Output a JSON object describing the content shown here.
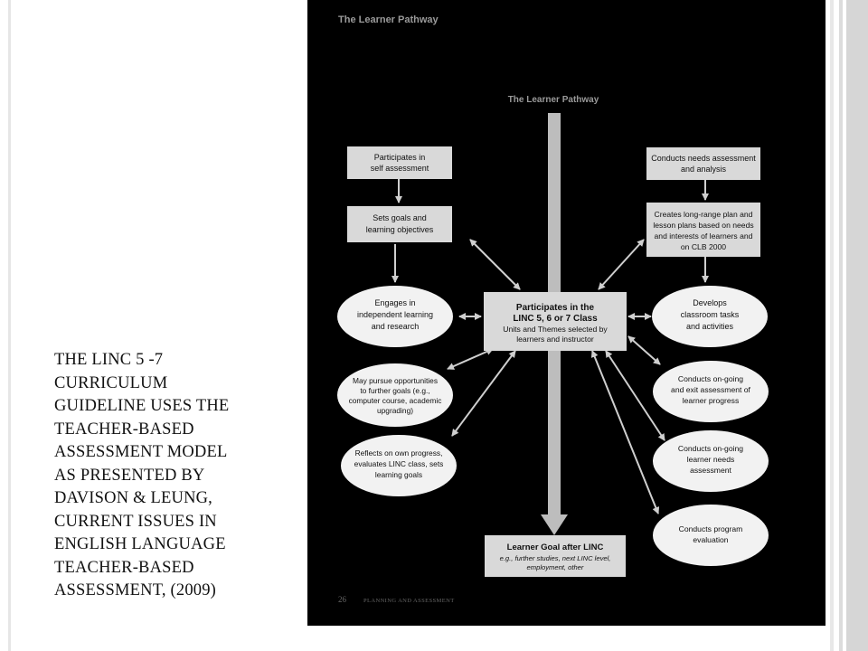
{
  "caption": {
    "lines": [
      "THE LINC 5 -7",
      "CURRICULUM",
      "GUIDELINE USES THE",
      "TEACHER-BASED",
      "ASSESSMENT MODEL",
      "AS PRESENTED BY",
      "DAVISON & LEUNG,",
      "CURRENT ISSUES IN",
      "ENGLISH LANGUAGE",
      "TEACHER-BASED",
      "ASSESSMENT,"
    ],
    "year": "(2009)"
  },
  "figure": {
    "page_header": "The Learner Pathway",
    "diagram_title": "The Learner Pathway",
    "footer_page_number": "26",
    "footer_text": "PLANNING AND ASSESSMENT",
    "center_box": {
      "title_1": "Participates in the",
      "title_2": "LINC 5, 6 or 7 Class",
      "sub_1": "Units and Themes selected by",
      "sub_2": "learners and instructor"
    },
    "goal_box": {
      "title": "Learner Goal after LINC",
      "sub_1": "e.g., further studies, next LINC level,",
      "sub_2": "employment, other"
    },
    "left_boxes": {
      "self_assessment": [
        "Participates in",
        "self assessment"
      ],
      "sets_goals": [
        "Sets goals and",
        "learning objectives"
      ]
    },
    "right_boxes": {
      "needs_assessment": [
        "Conducts needs assessment",
        "and analysis"
      ],
      "long_range_plan": [
        "Creates long-range plan and",
        "lesson plans based on needs",
        "and interests of learners and",
        "on CLB 2000"
      ]
    },
    "left_ovals": {
      "independent": [
        "Engages in",
        "independent learning",
        "and research"
      ],
      "opportunities": [
        "May pursue opportunities",
        "to further goals (e.g.,",
        "computer course, academic",
        "upgrading)"
      ],
      "reflects": [
        "Reflects on own progress,",
        "evaluates LINC class, sets",
        "learning goals"
      ]
    },
    "right_ovals": {
      "tasks": [
        "Develops",
        "classroom tasks",
        "and activities"
      ],
      "progress": [
        "Conducts on-going",
        "and exit assessment of",
        "learner progress"
      ],
      "needs": [
        "Conducts on-going",
        "learner needs",
        "assessment"
      ],
      "program": [
        "Conducts program",
        "evaluation"
      ]
    }
  },
  "colors": {
    "background": "#000000",
    "box_fill": "#d9d9d9",
    "arrow": "#cfcfcf",
    "caption_text": "#111111"
  }
}
